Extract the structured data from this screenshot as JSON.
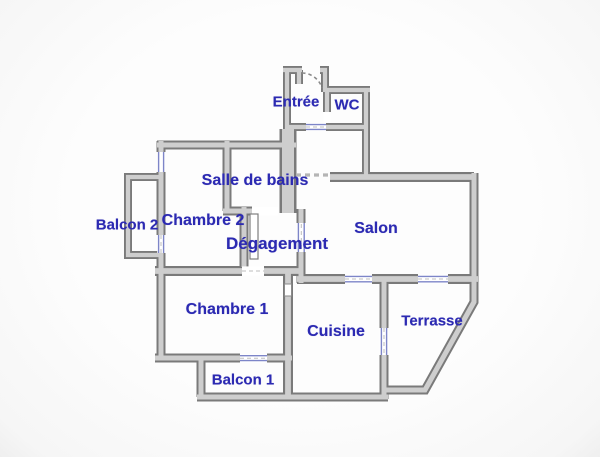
{
  "floor_plan": {
    "background_color": "#fbfbfb",
    "wall_fill_color": "#cecece",
    "wall_outline_color": "#7a7a7a",
    "window_mark_color": "#7d85c8",
    "label_color": "#2c2ab2",
    "rooms": {
      "entree": {
        "label": "Entrée"
      },
      "wc": {
        "label": "WC"
      },
      "salle_de_bains": {
        "label": "Salle de bains"
      },
      "chambre_2": {
        "label": "Chambre 2"
      },
      "balcon_2": {
        "label": "Balcon 2"
      },
      "degagement": {
        "label": "Dégagement"
      },
      "salon": {
        "label": "Salon"
      },
      "chambre_1": {
        "label": "Chambre 1"
      },
      "cuisine": {
        "label": "Cuisine"
      },
      "terrasse": {
        "label": "Terrasse"
      },
      "balcon_1": {
        "label": "Balcon 1"
      }
    }
  }
}
